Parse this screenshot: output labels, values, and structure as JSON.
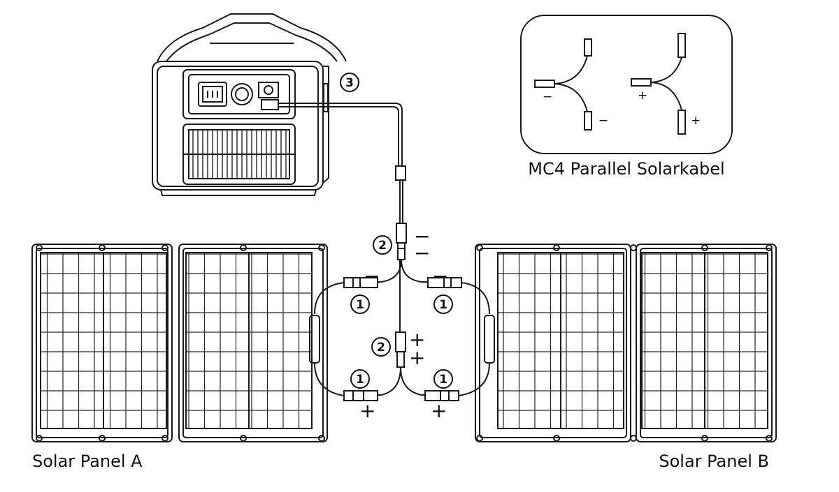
{
  "captions": {
    "panel_a": "Solar Panel A",
    "panel_b": "Solar Panel B",
    "inset": "MC4 Parallel Solarkabel"
  },
  "markers": {
    "one": "1",
    "two": "2",
    "three": "3"
  },
  "signs": {
    "minus": "−",
    "plus": "+"
  },
  "colors": {
    "line": "#1a1a1a",
    "background": "#ffffff"
  }
}
